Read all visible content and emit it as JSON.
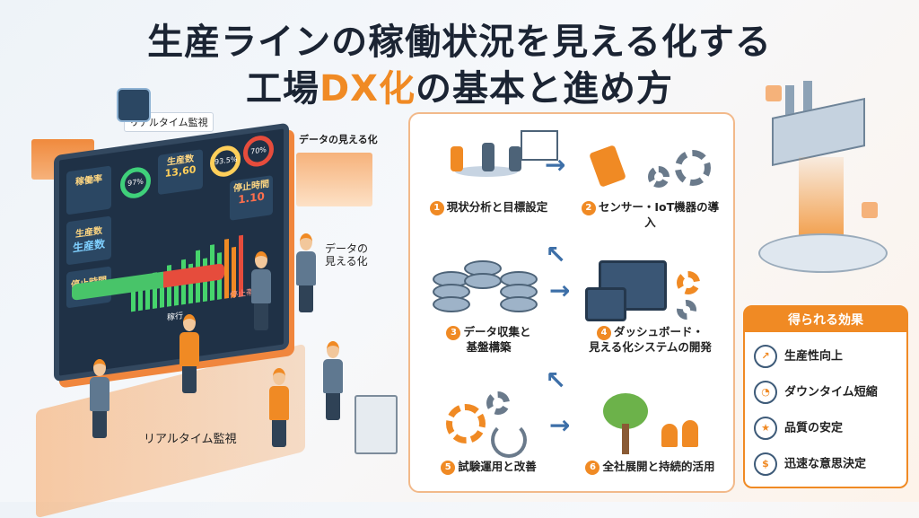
{
  "title": {
    "line1": "生産ラインの稼働状況を見える化する",
    "line2_pre": "工場",
    "line2_accent": "DX化",
    "line2_post": "の基本と進め方"
  },
  "scene": {
    "label_top": "リアルタイム監視",
    "label_visual": "データの見える化",
    "label_visual2_a": "データの",
    "label_visual2_b": "見える化",
    "label_bottom": "リアルタイム監視",
    "dashboard": {
      "kadoritsu": "稼働率",
      "seisansu_label": "生産数",
      "seisansu": "生産数",
      "teishi": "停止時間",
      "pct97": "97%",
      "seisansu_head": "生産数",
      "seisansu_val": "13,60",
      "pct935": "93.5%",
      "pct70": "70%",
      "teishi_head": "停止時間",
      "teishi_val": "1.10",
      "running": "稼行",
      "stopped": "停止帯"
    }
  },
  "steps": [
    {
      "num": "1",
      "label": "現状分析と目標設定"
    },
    {
      "num": "2",
      "label": "センサー・IoT機器の導入"
    },
    {
      "num": "3",
      "label": "データ収集と",
      "label2": "基盤構築"
    },
    {
      "num": "4",
      "label": "ダッシュボード・",
      "label2": "見える化システムの開発"
    },
    {
      "num": "5",
      "label": "試験運用と改善"
    },
    {
      "num": "6",
      "label": "全社展開と持続的活用"
    }
  ],
  "effects": {
    "header": "得られる効果",
    "items": [
      {
        "label": "生産性向上",
        "icon": "chart-up-icon"
      },
      {
        "label": "ダウンタイム短縮",
        "icon": "clock-icon"
      },
      {
        "label": "品質の安定",
        "icon": "medal-icon"
      },
      {
        "label": "迅速な意思決定",
        "icon": "hand-dollar-icon"
      }
    ]
  },
  "colors": {
    "accent": "#f08a24",
    "navy": "#1b2433",
    "blue_arrow": "#3d6fa8"
  }
}
